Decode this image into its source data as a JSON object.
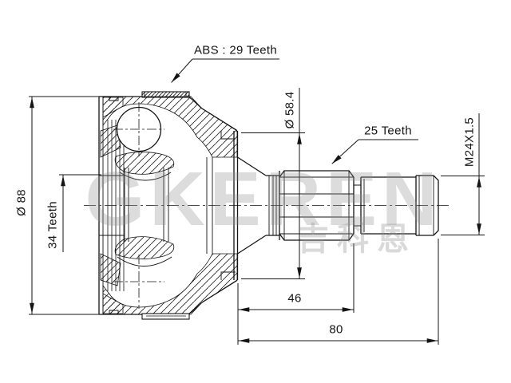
{
  "drawing": {
    "description": "CV joint outer race technical drawing",
    "background": "#ffffff",
    "line_color": "#141414",
    "labels": {
      "abs_ring": "ABS : 29 Teeth",
      "outer_diameter": "Ø 88",
      "inner_spline_teeth": "34 Teeth",
      "abs_ring_diameter": "Ø 58.4",
      "shaft_spline_teeth": "25 Teeth",
      "thread_spec": "M24X1.5",
      "spline_end_length": "46",
      "overall_length": "80"
    },
    "watermark": {
      "brand": "GKEREN",
      "brand_cjk": "吉科恩"
    }
  }
}
